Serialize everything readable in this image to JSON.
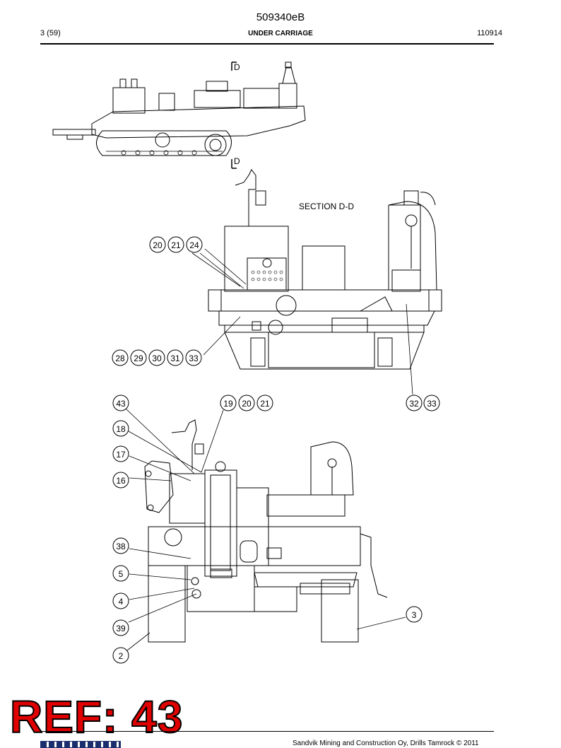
{
  "header": {
    "doc_code": "509340eB",
    "page": "3 (59)",
    "title": "UNDER CARRIAGE",
    "date_code": "110914"
  },
  "drawing": {
    "section_mark_top": "D",
    "section_mark_bottom": "D",
    "section_label": "SECTION D-D"
  },
  "callouts": {
    "c1": "20",
    "c2": "21",
    "c3": "24",
    "c4": "28",
    "c5": "29",
    "c6": "30",
    "c7": "31",
    "c8": "33",
    "c9": "32",
    "c10": "33",
    "c11": "43",
    "c12": "19",
    "c13": "20",
    "c14": "21",
    "c15": "18",
    "c16": "17",
    "c17": "16",
    "c18": "38",
    "c19": "5",
    "c20": "4",
    "c21": "39",
    "c22": "2",
    "c23": "3"
  },
  "stamp": "REF: 43",
  "footer": "Sandvik Mining and Construction Oy, Drills Tamrock © 2011"
}
